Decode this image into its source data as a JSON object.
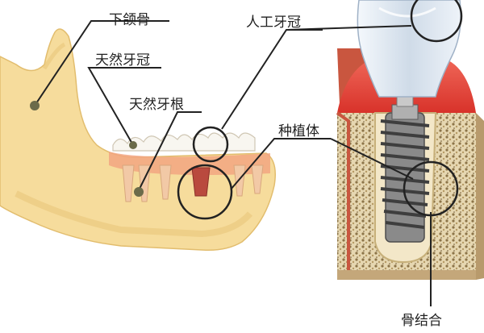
{
  "labels": {
    "mandible": "下颌骨",
    "natural_crown": "天然牙冠",
    "natural_root": "天然牙根",
    "artificial_crown": "人工牙冠",
    "implant": "种植体",
    "osseointegration": "骨结合"
  },
  "colors": {
    "bone": "#f6dc9c",
    "bone_shadow": "#e9c67b",
    "gum": "#e8453a",
    "tooth": "#f7f5ee",
    "crown": "#dfe9f4",
    "implant": "#6f6f6f",
    "spongy_bone": "#d8c79f",
    "line": "#222222"
  }
}
